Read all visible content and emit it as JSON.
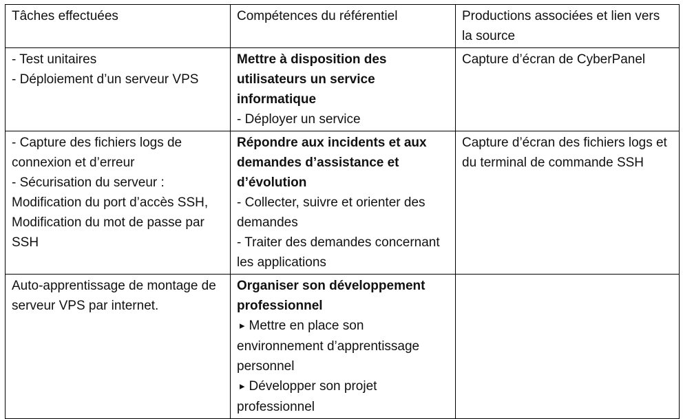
{
  "header": {
    "tasks": "Tâches effectuées",
    "skills": "Compétences du référentiel",
    "productions": "Productions associées et lien vers la source"
  },
  "rows": [
    {
      "tasks": [
        "- Test unitaires",
        "- Déploiement d’un serveur VPS"
      ],
      "skills_title": "Mettre à disposition des utilisateurs un service informatique",
      "skills_items": [
        "- Déployer un service"
      ],
      "productions": "Capture d’écran de CyberPanel"
    },
    {
      "tasks": [
        "- Capture des fichiers logs de connexion et d’erreur",
        "- Sécurisation du serveur : Modification du port d’accès SSH, Modification du mot de passe par SSH"
      ],
      "skills_title": "Répondre aux incidents et aux demandes d’assistance et d’évolution",
      "skills_items": [
        "- Collecter, suivre et orienter des demandes",
        "- Traiter des demandes concernant les applications"
      ],
      "productions": "Capture d’écran des fichiers logs et du terminal de commande SSH"
    },
    {
      "tasks": [
        "Auto-apprentissage de montage de serveur VPS par internet."
      ],
      "skills_title": "Organiser son développement professionnel",
      "skills_items": [
        "Mettre en place son environnement d’apprentissage personnel",
        "Développer son projet professionnel"
      ],
      "productions": ""
    }
  ]
}
